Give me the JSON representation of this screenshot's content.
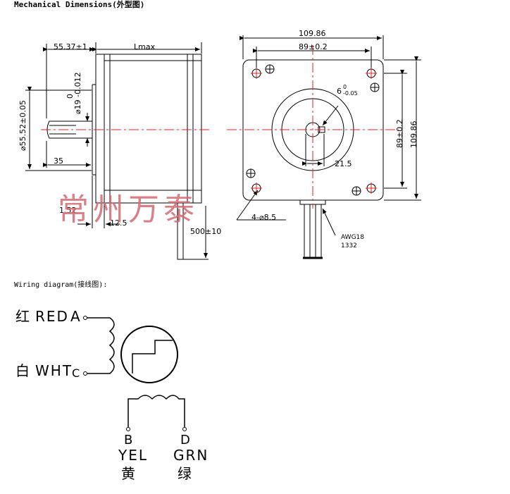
{
  "header": {
    "title": "Mechanical Dimensions(外型图)"
  },
  "side_view": {
    "dim_top_left": "55.37±1",
    "dim_top_right": "Lmax",
    "dim_left_outer": "⌀55.52±0.05",
    "dim_shaft": "⌀19 -0.012",
    "dim_shaft_tol": "0",
    "dim_key_len": "35",
    "dim_bottom_1": "1.52",
    "dim_bottom_2": "12.5",
    "dim_lead": "500±10"
  },
  "front_view": {
    "dim_top_outer": "109.86",
    "dim_top_inner": "89±0.2",
    "dim_right_inner": "89±0.2",
    "dim_right_outer": "109.86",
    "dim_key": "6",
    "dim_key_tol_upper": "0",
    "dim_key_tol_lower": "-0.05",
    "dim_flat": "21.5",
    "dim_holes": "4-⌀8.5",
    "wire_gauge": "AWG18",
    "wire_spec": "1332"
  },
  "watermark": "常州万泰",
  "wiring": {
    "title": "Wiring diagram(接线图):",
    "a_cn": "红",
    "a_en": "RED",
    "a_letter": "A",
    "c_cn": "白",
    "c_en": "WHT",
    "c_letter": "C",
    "b_letter": "B",
    "b_en": "YEL",
    "b_cn": "黄",
    "d_letter": "D",
    "d_en": "GRN",
    "d_cn": "绿"
  },
  "colors": {
    "line": "#000000",
    "center_line": "#e02020",
    "watermark": "#cf6b73"
  }
}
